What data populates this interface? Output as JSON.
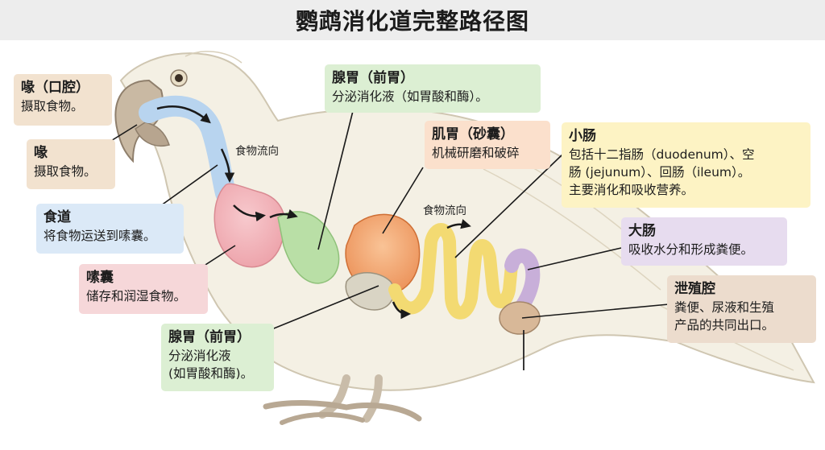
{
  "title": "鹦鹉消化道完整路径图",
  "colors": {
    "beak_bg": "#f2e2cf",
    "esophagus_bg": "#dbe9f7",
    "crop_bg": "#f6d7d9",
    "proventriculus_bg": "#dcefd3",
    "gizzard_bg": "#fbe0cc",
    "small_intestine_bg": "#fdf3c4",
    "large_intestine_bg": "#e7dcef",
    "cloaca_bg": "#ecdccd"
  },
  "labels": {
    "beak_top": {
      "heading": "喙（口腔）",
      "body": "摄取食物。"
    },
    "beak": {
      "heading": "喙",
      "body": "摄取食物。"
    },
    "esophagus": {
      "heading": "食道",
      "body": "将食物运送到嗉囊。"
    },
    "crop": {
      "heading": "嗉囊",
      "body": "储存和润湿食物。"
    },
    "proventriculus_top": {
      "heading": "腺胃（前胃）",
      "body": "分泌消化液（如胃酸和酶）。"
    },
    "proventriculus_bottom": {
      "heading": "腺胃（前胃）",
      "body": "分泌消化液\n(如胃酸和酶)。"
    },
    "gizzard": {
      "heading": "肌胃（砂囊）",
      "body": "机械研磨和破碎"
    },
    "small_intestine": {
      "heading": "小肠",
      "body": "包括十二指肠（duodenum）、空\n肠 (jejunum）、回肠（ileum）。\n主要消化和吸收营养。"
    },
    "large_intestine": {
      "heading": "大肠",
      "body": "吸收水分和形成粪便。"
    },
    "cloaca": {
      "heading": "泄殖腔",
      "body": "粪便、尿液和生殖\n产品的共同出口。"
    }
  },
  "flow_labels": {
    "upper": "食物流向",
    "lower": "食物流向"
  },
  "icons": [
    "parrot-body-illustration",
    "flow-arrow-icon"
  ]
}
